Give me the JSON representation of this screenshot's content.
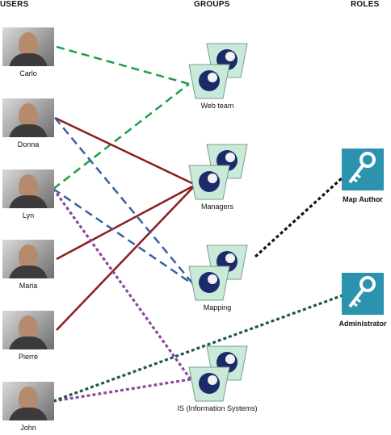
{
  "headers": {
    "users": "USERS",
    "groups": "GROUPS",
    "roles": "ROLES"
  },
  "users": [
    {
      "name": "Carlo"
    },
    {
      "name": "Donna"
    },
    {
      "name": "Lyn"
    },
    {
      "name": "Maria"
    },
    {
      "name": "Pierre"
    },
    {
      "name": "John"
    }
  ],
  "groups": [
    {
      "name": "Web team"
    },
    {
      "name": "Managers"
    },
    {
      "name": "Mapping"
    },
    {
      "name": "IS (Information Systems)"
    }
  ],
  "roles": [
    {
      "name": "Map Author",
      "icon": "key-icon"
    },
    {
      "name": "Administrator",
      "icon": "key-icon"
    }
  ],
  "colors": {
    "green": "#1f9e49",
    "red": "#8b1c1c",
    "blue": "#3a5ea8",
    "purple": "#8b4aa2",
    "black": "#111111",
    "teal": "#1d5a4a",
    "role_tile": "#2b93ad"
  },
  "memberships": [
    {
      "user": "Carlo",
      "group": "Web team",
      "color": "green",
      "style": "dashed"
    },
    {
      "user": "Lyn",
      "group": "Web team",
      "color": "green",
      "style": "dashed"
    },
    {
      "user": "Donna",
      "group": "Managers",
      "color": "red",
      "style": "solid"
    },
    {
      "user": "Maria",
      "group": "Managers",
      "color": "red",
      "style": "solid"
    },
    {
      "user": "Pierre",
      "group": "Managers",
      "color": "red",
      "style": "solid"
    },
    {
      "user": "Donna",
      "group": "Mapping",
      "color": "blue",
      "style": "dashed"
    },
    {
      "user": "Lyn",
      "group": "Mapping",
      "color": "blue",
      "style": "dashed"
    },
    {
      "user": "Lyn",
      "group": "IS (Information Systems)",
      "color": "purple",
      "style": "dotted"
    },
    {
      "user": "John",
      "group": "IS (Information Systems)",
      "color": "purple",
      "style": "dotted"
    }
  ],
  "role_assignments": [
    {
      "from": "Mapping",
      "role": "Map Author",
      "color": "black",
      "style": "dotted"
    },
    {
      "from": "John",
      "role": "Administrator",
      "color": "teal",
      "style": "dotted"
    }
  ]
}
